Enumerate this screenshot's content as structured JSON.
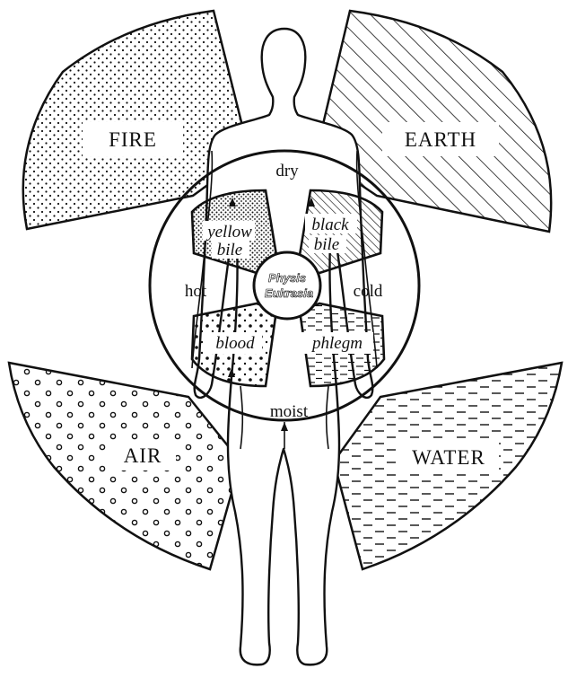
{
  "elements": {
    "fire": "FIRE",
    "earth": "EARTH",
    "air": "AIR",
    "water": "WATER"
  },
  "qualities": {
    "dry": "dry",
    "hot": "hot",
    "cold": "cold",
    "moist": "moist"
  },
  "humors": {
    "yellow_bile_line1": "yellow",
    "yellow_bile_line2": "bile",
    "black_bile_line1": "black",
    "black_bile_line2": "bile",
    "blood": "blood",
    "phlegm": "phlegm"
  },
  "center": {
    "line1": "Physis",
    "line2": "Eukrasia"
  },
  "colors": {
    "ink": "#111111",
    "paper": "#ffffff"
  }
}
